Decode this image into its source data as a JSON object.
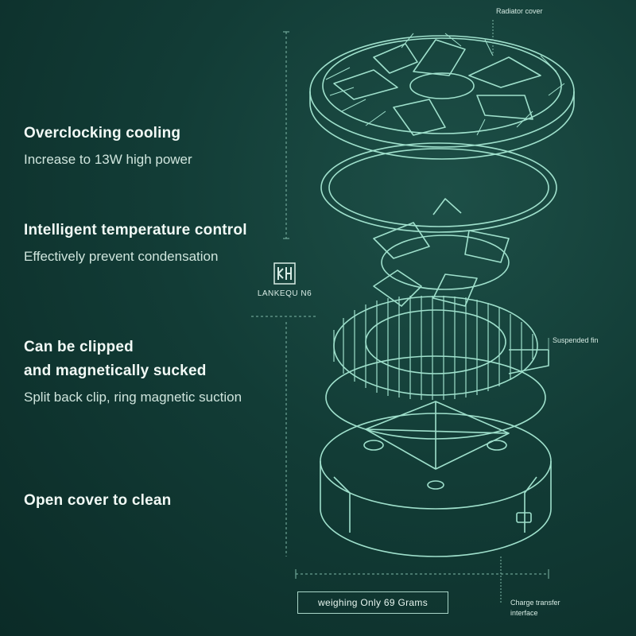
{
  "features": [
    {
      "title": "Overclocking cooling",
      "description": "Increase to 13W high power"
    },
    {
      "title": "Intelligent temperature control",
      "description": "Effectively prevent condensation"
    },
    {
      "title_lines": [
        "Can be clipped",
        "and magnetically sucked"
      ],
      "description": "Split back clip, ring magnetic suction"
    },
    {
      "title": "Open cover to clean"
    }
  ],
  "callouts": {
    "radiator_cover": "Radiator cover",
    "suspended_fin": "Suspended fin",
    "charge_line1": "Charge transfer",
    "charge_line2": "interface"
  },
  "brand": {
    "name": "LANKEQU N6"
  },
  "weight": "weighing Only 69 Grams",
  "colors": {
    "background": "#123c36",
    "line_art": "#9fe0cc",
    "text": "#e8f4ef"
  }
}
